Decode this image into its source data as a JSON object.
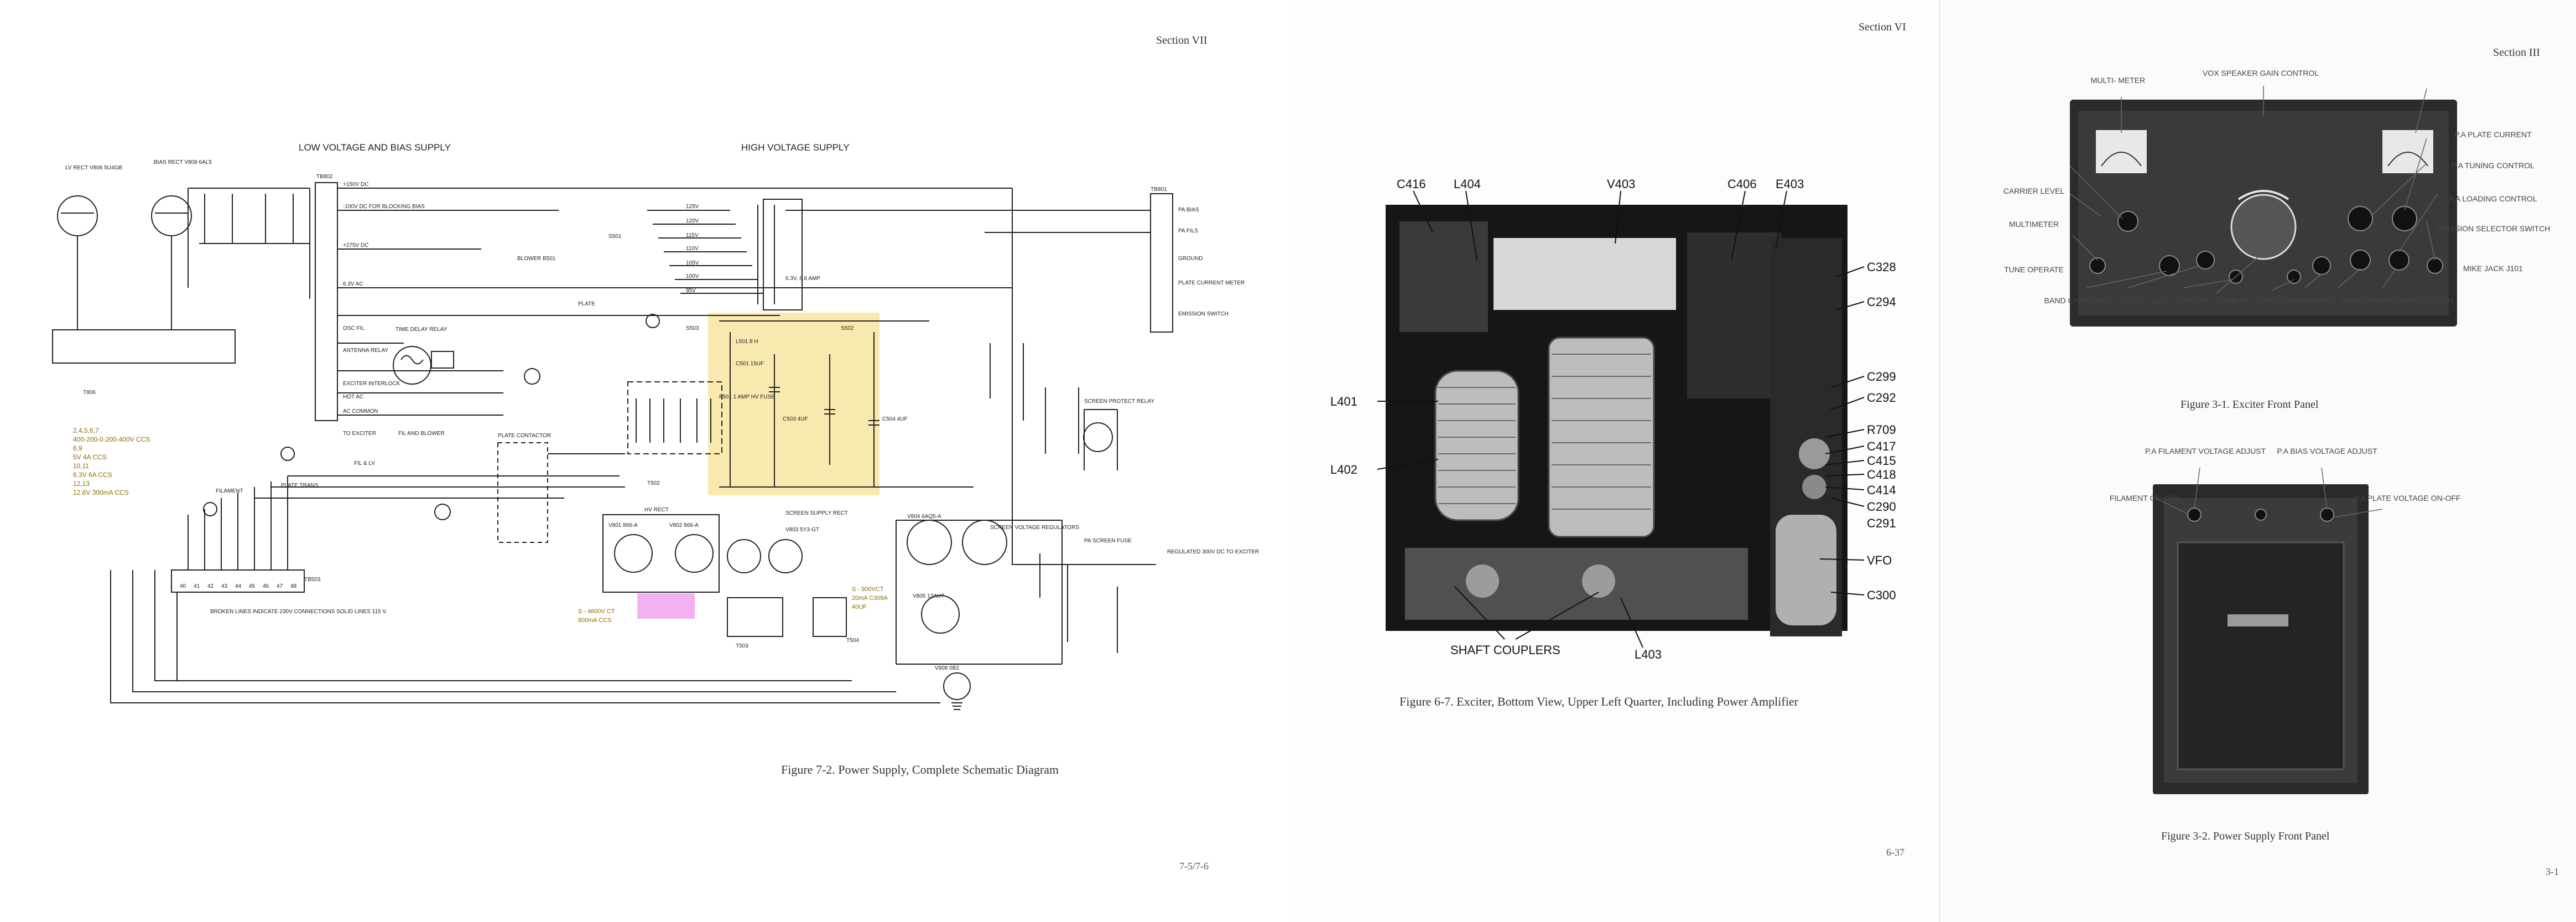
{
  "left_page": {
    "header": "Section VII",
    "low_voltage_title": "LOW VOLTAGE AND BIAS SUPPLY",
    "high_voltage_title": "HIGH VOLTAGE SUPPLY",
    "caption": "Figure 7-2.  Power Supply, Complete Schematic Diagram",
    "page_number": "7-5/7-6",
    "annotation_yellow_lines": [
      "2,4,5,6,7",
      "400-200-0-200-400V CCS",
      "6,9",
      "5V 4A CCS",
      "10,11",
      "6.3V 6A CCS",
      "12,13",
      "12.6V 300mA CCS"
    ],
    "annotation_magenta": [
      "S - 4600V CT",
      "800mA CCS"
    ],
    "annotation_hv": [
      "S - 900VCT",
      "20mA C309A",
      "40UF"
    ],
    "schematic_labels": {
      "lv_rect": "LV RECT V806 5U4GB",
      "bias_rect": "BIAS RECT V809 6AL5",
      "tb802": "TB802",
      "tb801": "TB801",
      "plus150": "+150V DC",
      "minus100": "-100V DC FOR BLOCKING BIAS",
      "plus275": "+275V DC",
      "osc_fil": "6.3V AC",
      "osc": "OSC FIL",
      "antenna_relay": "ANTENNA RELAY",
      "exciter_interlock": "EXCITER INTERLOCK",
      "hot_ac": "HOT AC",
      "ac_common": "AC COMMON",
      "to_exciter": "TO EXCITER",
      "time_delay": "TIME DELAY RELAY",
      "fil_blower": "FIL AND BLOWER",
      "blower": "BLOWER B501",
      "plate_contactor": "PLATE CONTACTOR",
      "fil_lv": "FIL & LV",
      "filament": "FILAMENT",
      "plate_trans": "PLATE TRANS",
      "hv_rect": "HV RECT",
      "screen_supply": "SCREEN SUPPLY RECT",
      "screen_regulators": "SCREEN VOLTAGE REGULATORS",
      "screen_protect": "SCREEN PROTECT RELAY",
      "pa_bias": "PA BIAS",
      "pa_fils": "PA FILS",
      "ground": "GROUND",
      "plate_current_meter": "PLATE CURRENT METER",
      "emission_switch": "EMISSION SWITCH",
      "regulated": "REGULATED 300V DC TO EXCITER",
      "broken_lines": "BROKEN LINES INDICATE 230V CONNECTIONS SOLID LINES 115 V.",
      "tb503": "TB503",
      "tb806": "T806",
      "t502": "T502",
      "t503": "T503",
      "t504": "T504",
      "v801": "V801 866-A",
      "v802": "V802 866-A",
      "v803": "V803 5Y3-GT",
      "v804": "V804 6AQ5-A",
      "v805": "V805 12AU7",
      "v808": "V808 0B2",
      "c501": "C501 15UF",
      "c503": "C503 4UF",
      "c504": "C504 4UF",
      "l501": "L501 8 H",
      "f501": "F501 1 AMP HV FUSE",
      "pa_fuse": "PA SCREEN FUSE",
      "k_plate": "PLATE",
      "s503": "S503",
      "s501": "S501",
      "s502": "S502",
      "v_taps": [
        "125V",
        "120V",
        "115V",
        "110V",
        "105V",
        "100V",
        "95V"
      ],
      "fil_45": "6.3V, 6.6 AMP",
      "tb503_pins": [
        "40",
        "41",
        "42",
        "43",
        "44",
        "45",
        "46",
        "47",
        "48"
      ]
    }
  },
  "middle_page": {
    "header": "Section VI",
    "caption": "Figure 6-7.  Exciter, Bottom View, Upper Left Quarter, Including Power Amplifier",
    "page_number": "6-37",
    "callouts_top": [
      "C416",
      "L404",
      "V403",
      "C406",
      "E403"
    ],
    "callouts_right": [
      "C328",
      "C294",
      "C299",
      "C292",
      "R709",
      "C417",
      "C415",
      "C418",
      "C414",
      "C290",
      "C291",
      "VFO",
      "C300"
    ],
    "callouts_left": [
      "L401",
      "L402"
    ],
    "callouts_bottom": [
      "SHAFT COUPLERS",
      "L403"
    ]
  },
  "right_page": {
    "header": "Section III",
    "caption_top": "Figure 3-1.  Exciter Front Panel",
    "caption_bottom": "Figure 3-2.  Power Supply Front Panel",
    "page_number": "3-1",
    "exciter_labels": {
      "multimeter_top": "MULTI- METER",
      "vox": "VOX SPEAKER GAIN CONTROL",
      "pa_plate": "P.A PLATE CURRENT",
      "pa_tuning": "P.A TUNING CONTROL",
      "pa_loading": "P.A LOADING CONTROL",
      "emission": "EMISSION SELECTOR SWITCH",
      "mike": "MIKE JACK J101",
      "carrier": "CARRIER LEVEL",
      "multimeter_left": "MULTIMETER",
      "tune": "TUNE OPERATE",
      "band": "BAND CHANGE",
      "alc": "ALC ADJUST",
      "audio": "AUDIO GAIN",
      "dial_drag": "DIAL DRAG",
      "main_tuning": "MAIN TUNING DIAL",
      "zero_set": "ZERO SET",
      "sideband": "SIDEBAND SELECT SWITCH",
      "vox_speech": "VOX SPEECH GAIN CONTROL"
    },
    "power_labels": {
      "pa_filament": "P.A FILAMENT VOLTAGE ADJUST",
      "pa_bias": "P.A BIAS VOLTAGE ADJUST",
      "filament": "FILAMENT ON-OFF",
      "pa_plate": "P.A PLATE VOLTAGE ON-OFF"
    }
  },
  "colors": {
    "yellow_highlight": "#f7e7a6",
    "magenta_highlight": "#f2a8ef",
    "ink": "#222222"
  }
}
